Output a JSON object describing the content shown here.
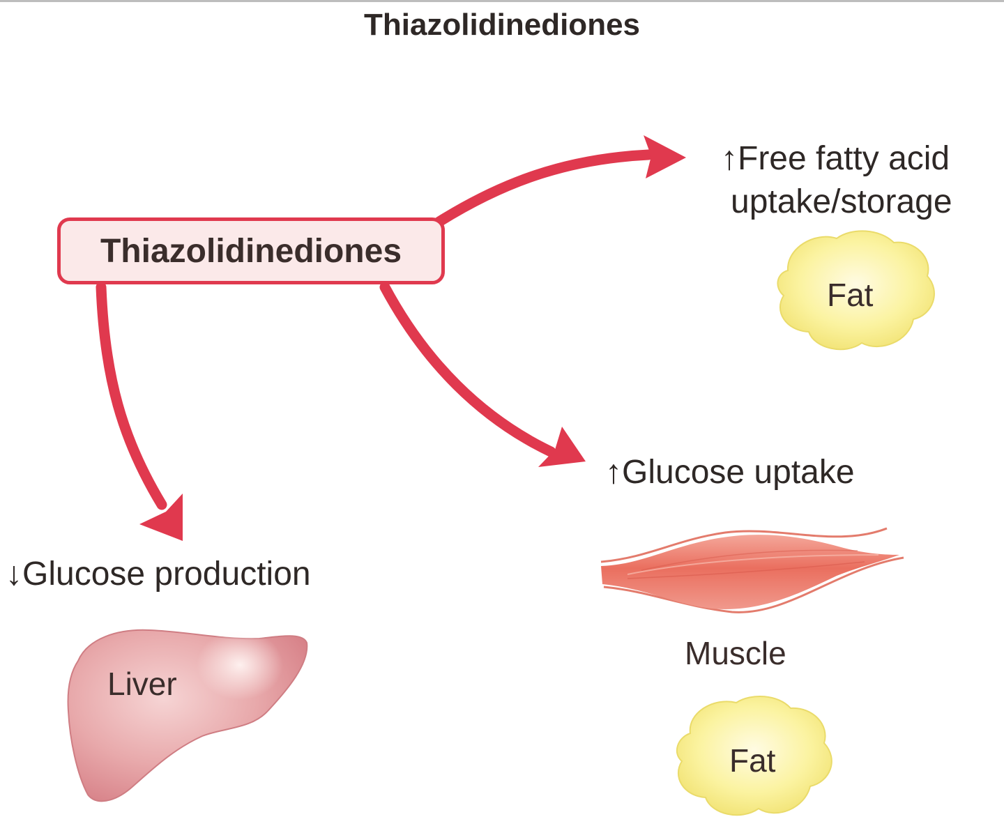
{
  "title": "Thiazolidinediones",
  "center": {
    "label": "Thiazolidinediones"
  },
  "effects": {
    "fat_effect": {
      "line1": "↑Free fatty acid",
      "line2": "uptake/storage"
    },
    "muscle_effect": "↑Glucose uptake",
    "liver_effect": "↓Glucose production"
  },
  "organs": {
    "fat_top": "Fat",
    "muscle": "Muscle",
    "fat_bottom": "Fat",
    "liver": "Liver"
  },
  "colors": {
    "arrow": "#e0394e",
    "box_fill": "#fbe9e9",
    "fat": "#fbf3a0",
    "liver": "#e8a5a8",
    "muscle": "#ea7f70"
  }
}
